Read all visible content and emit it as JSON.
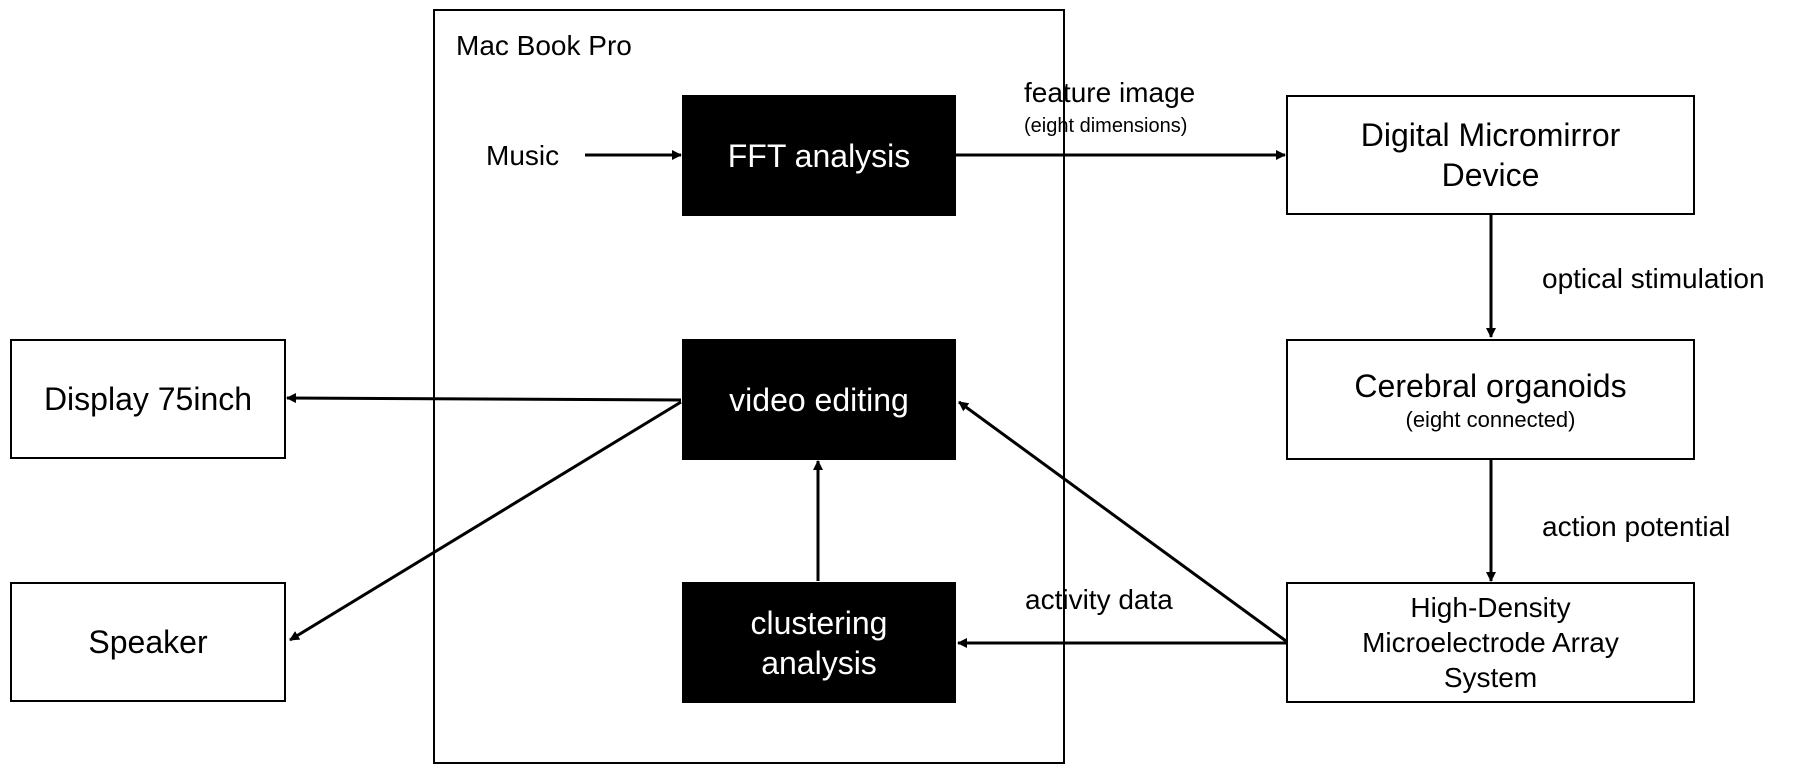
{
  "container": {
    "label": "Mac Book Pro"
  },
  "inputs": {
    "music": "Music"
  },
  "boxes": {
    "fft": "FFT analysis",
    "video": "video editing",
    "clustering": {
      "line1": "clustering",
      "line2": "analysis"
    },
    "display": "Display 75inch",
    "speaker": "Speaker",
    "dmd": {
      "line1": "Digital Micromirror",
      "line2": "Device"
    },
    "organoids": {
      "title": "Cerebral organoids",
      "note": "(eight connected)"
    },
    "mea": {
      "line1": "High-Density",
      "line2": "Microelectrode Array",
      "line3": "System"
    }
  },
  "edge_labels": {
    "feature_image": "feature image",
    "feature_image_note": "(eight dimensions)",
    "optical_stimulation": "optical stimulation",
    "action_potential": "action potential",
    "activity_data": "activity data"
  }
}
